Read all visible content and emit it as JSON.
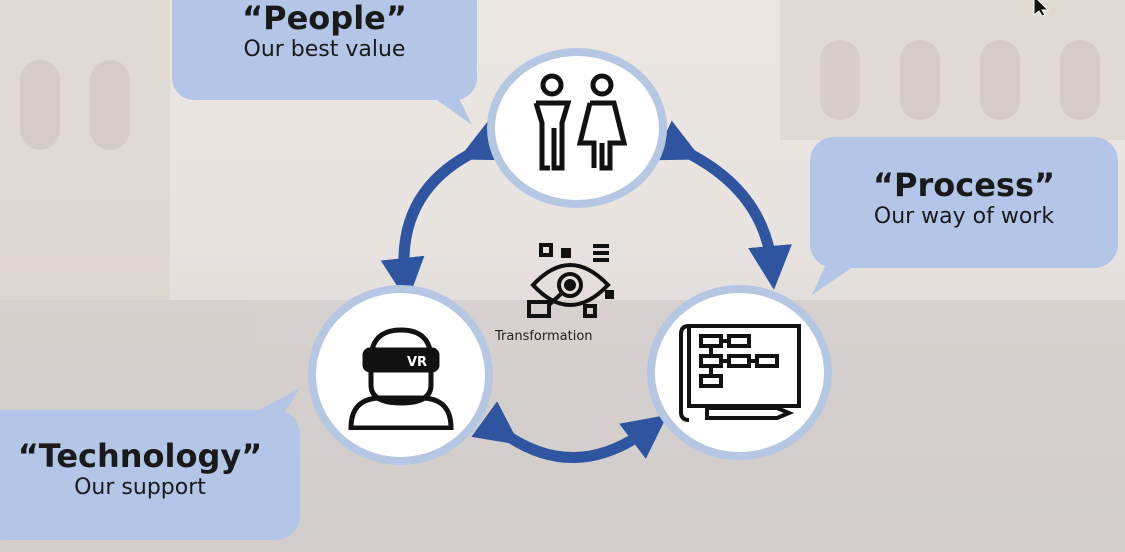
{
  "people": {
    "title": "“People”",
    "subtitle": "Our best value"
  },
  "process": {
    "title": "“Process”",
    "subtitle": "Our way of work"
  },
  "technology": {
    "title": "“Technology”",
    "subtitle": "Our support"
  },
  "center": {
    "label": "Transformation",
    "icon": "eye-gear-icon"
  },
  "colors": {
    "bubble": "#b4c6e7",
    "arrow": "#2f55a0",
    "ring": "#b6c7e4"
  }
}
